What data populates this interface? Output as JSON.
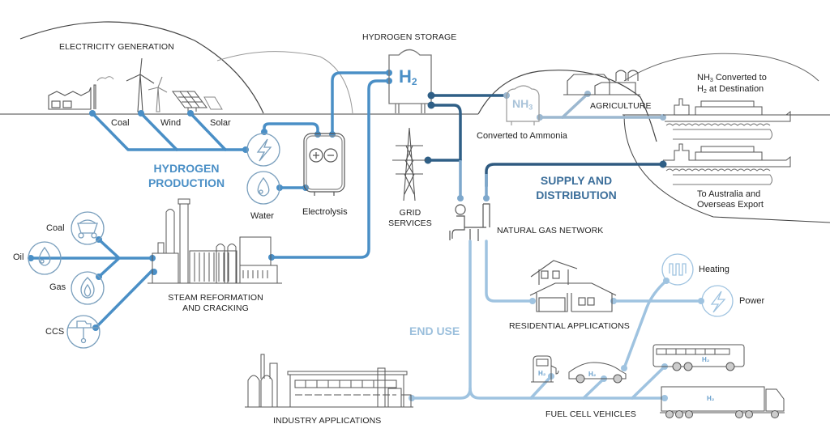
{
  "title": "Hydrogen Supply Chain",
  "colors": {
    "production_pipe": "#4a8fc6",
    "storage_pipe": "#2f5f86",
    "supply_pipe": "#2f5a80",
    "ammonia_pipe": "#9cb8d0",
    "end_use_pipe": "#9fc3e0",
    "outline": "#555555",
    "icon_circle": "#7a9fbd"
  },
  "sections": {
    "hydrogen_production": [
      "HYDROGEN",
      "PRODUCTION"
    ],
    "supply_and_distribution": [
      "SUPPLY AND",
      "DISTRIBUTION"
    ],
    "end_use": "END USE"
  },
  "labels": {
    "electricity_generation": "ELECTRICITY GENERATION",
    "coal_gen": "Coal",
    "wind": "Wind",
    "solar": "Solar",
    "water": "Water",
    "electrolysis": "Electrolysis",
    "hydrogen_storage": "HYDROGEN STORAGE",
    "h2_symbol": "H",
    "h2_sub": "2",
    "nh3_symbol": "NH",
    "nh3_sub": "3",
    "converted_to_ammonia": "Converted to Ammonia",
    "agriculture": "AGRICULTURE",
    "nh3_converted_line1_a": "NH",
    "nh3_converted_line1_sub": "3",
    "nh3_converted_line1_b": " Converted to",
    "nh3_converted_line2_a": "H",
    "nh3_converted_line2_sub": "2",
    "nh3_converted_line2_b": " at Destination",
    "export_line1": "To Australia and",
    "export_line2": "Overseas Export",
    "grid_services_line1": "GRID",
    "grid_services_line2": "SERVICES",
    "natural_gas_network": "NATURAL GAS NETWORK",
    "coal_fossil": "Coal",
    "oil": "Oil",
    "gas": "Gas",
    "ccs": "CCS",
    "steam_reformation_line1": "STEAM REFORMATION",
    "steam_reformation_line2": "AND CRACKING",
    "heating": "Heating",
    "power": "Power",
    "residential_applications": "RESIDENTIAL APPLICATIONS",
    "industry_applications": "INDUSTRY APPLICATIONS",
    "fuel_cell_vehicles": "FUEL CELL VEHICLES",
    "vehicle_h2": "H₂"
  }
}
